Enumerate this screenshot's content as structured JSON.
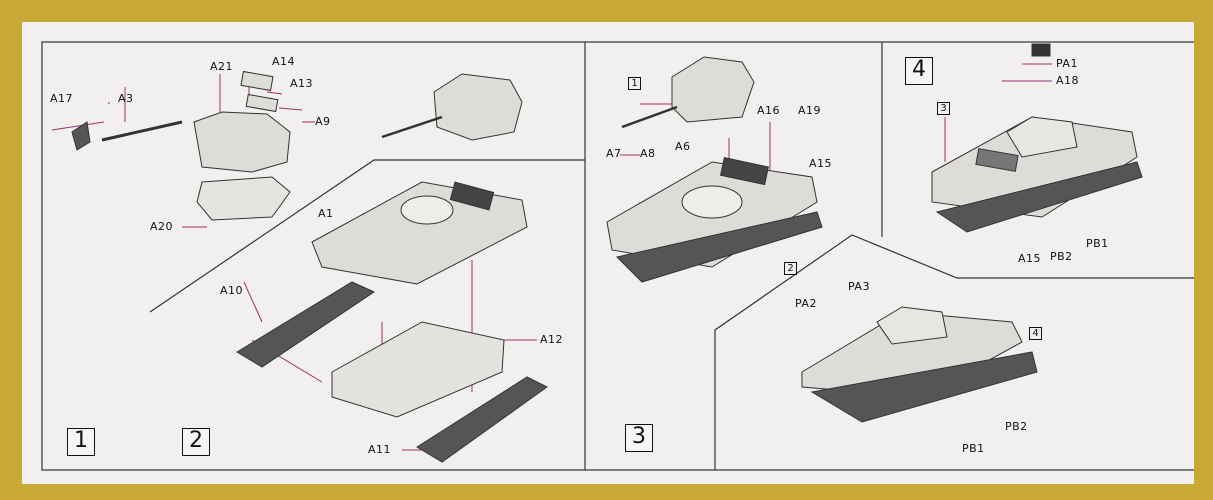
{
  "steps": [
    {
      "number": "1"
    },
    {
      "number": "2"
    },
    {
      "number": "3"
    },
    {
      "number": "4"
    }
  ],
  "part_labels": {
    "a17": "A17",
    "a3": "A3",
    "a21": "A21",
    "a14": "A14",
    "a13": "A13",
    "a9": "A9",
    "a20": "A20",
    "a1": "A1",
    "a10": "A10",
    "a12": "A12",
    "a11": "A11",
    "a7": "A7",
    "a8": "A8",
    "a6": "A6",
    "a16": "A16",
    "a19": "A19",
    "a15": "A15",
    "pa1": "PA1",
    "a18": "A18",
    "a15b": "A15",
    "pb2": "PB2",
    "pb1": "PB1",
    "pa2": "PA2",
    "pa3": "PA3",
    "pb2b": "PB2",
    "pb1b": "PB1"
  },
  "sub_refs": {
    "s3_turret": "1",
    "s3_hull": "2",
    "s4_tank": "3",
    "s4b_tank": "4"
  },
  "colors": {
    "background": "#c9a935",
    "sheet": "#f1f0ee",
    "leader": "#a0306a",
    "outline": "#333333"
  }
}
